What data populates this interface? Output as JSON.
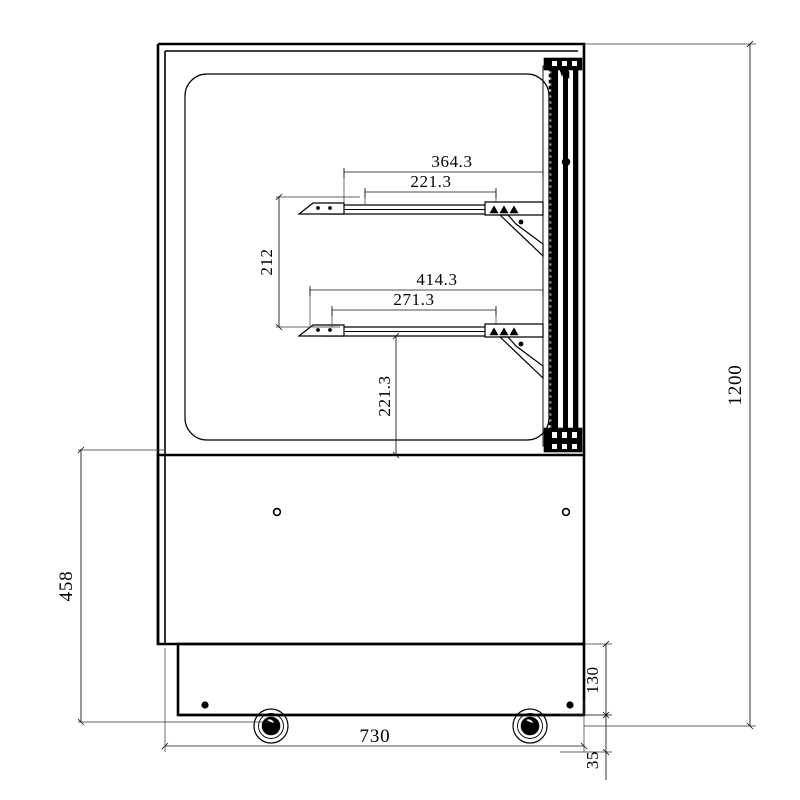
{
  "drawing": {
    "type": "technical-drawing",
    "view": "side-elevation",
    "subject": "refrigerated-display-cabinet",
    "units": "mm",
    "background_color": "#ffffff",
    "line_color": "#000000"
  },
  "dimensions": {
    "overall_height": {
      "label": "1200",
      "orientation": "vertical",
      "position": "right"
    },
    "overall_width": {
      "label": "730",
      "orientation": "horizontal",
      "position": "bottom"
    },
    "base_height": {
      "label": "130",
      "orientation": "vertical",
      "position": "bottom-right"
    },
    "base_offset": {
      "label": "35",
      "orientation": "vertical",
      "position": "bottom-right-lower"
    },
    "lower_section_height": {
      "label": "458",
      "orientation": "vertical",
      "position": "left"
    },
    "shelf_spacing": {
      "label": "212",
      "orientation": "vertical",
      "position": "interior-left"
    },
    "lower_shelf_to_base": {
      "label": "221.3",
      "orientation": "vertical",
      "position": "interior-center"
    },
    "upper_shelf_outer": {
      "label": "364.3",
      "orientation": "horizontal",
      "position": "upper-shelf-top"
    },
    "upper_shelf_inner": {
      "label": "221.3",
      "orientation": "horizontal",
      "position": "upper-shelf-second"
    },
    "lower_shelf_outer": {
      "label": "414.3",
      "orientation": "horizontal",
      "position": "lower-shelf-top"
    },
    "lower_shelf_inner": {
      "label": "271.3",
      "orientation": "horizontal",
      "position": "lower-shelf-second"
    }
  },
  "components": {
    "cabinet_body": "cabinet-outer-shell",
    "glass_panel": "curved-corner-glass-panel",
    "upper_shelf": "upper-glass-shelf-assembly",
    "lower_shelf": "lower-glass-shelf-assembly",
    "rear_door_frame": "rear-sliding-door-frame",
    "perforated_rail": "shelf-mounting-rail",
    "lower_panel": "lower-front-panel",
    "base_plinth": "base-plinth",
    "castors": [
      "castor-wheel-left",
      "castor-wheel-right"
    ],
    "panel_screws": [
      "panel-screw-left",
      "panel-screw-right"
    ],
    "plinth_screws": [
      "plinth-screw-left",
      "plinth-screw-right"
    ]
  }
}
